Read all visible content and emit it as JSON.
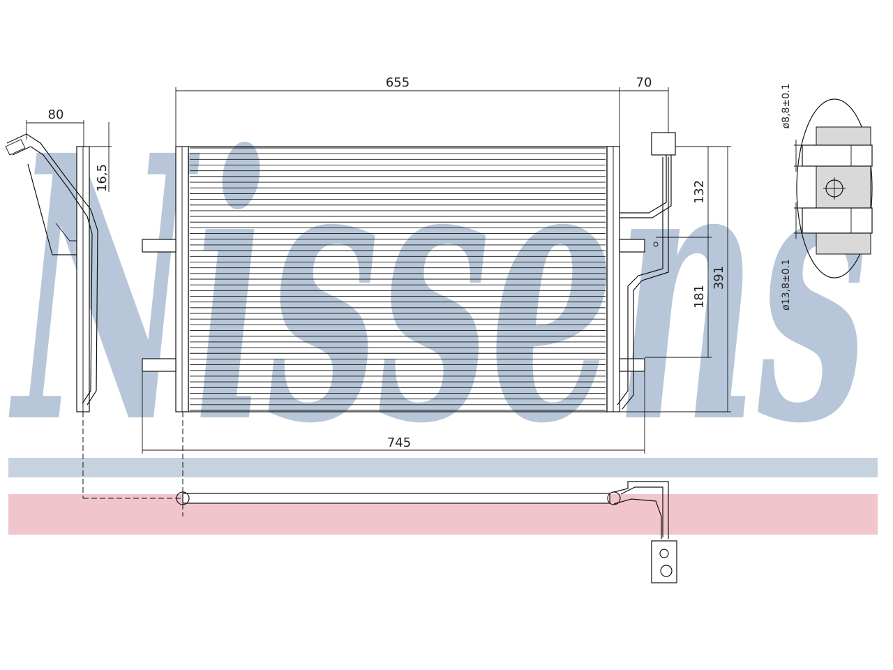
{
  "watermark": {
    "text": "Nissens",
    "color": "#9fb4cc"
  },
  "bands": {
    "top_color": "#c6d3df",
    "bottom_color": "#f0c5cc"
  },
  "dimensions": {
    "width_core": "655",
    "width_offset": "70",
    "side_depth": "80",
    "side_offset": "16,5",
    "height_upper": "132",
    "height_mid": "181",
    "height_total": "391",
    "width_overall": "745",
    "pipe_dia_small": "ø8,8±0.1",
    "pipe_dia_large": "ø13,8±0.1"
  },
  "core": {
    "fin_count": 46
  }
}
